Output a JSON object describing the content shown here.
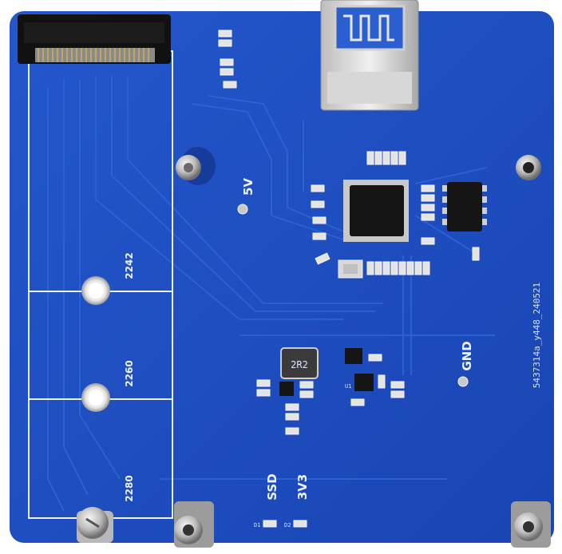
{
  "board": {
    "silkscreen": {
      "label_5v": "5V",
      "label_gnd": "GND",
      "label_ssd": "SSD",
      "label_3v3": "3V3",
      "label_2242": "2242",
      "label_2260": "2260",
      "label_2280": "2280",
      "label_inductor": "2R2",
      "label_d1": "D1",
      "label_d2": "D2",
      "label_u1": "U1",
      "part_number": "5437314a_y448_240521"
    },
    "colors": {
      "pcb": "#1f4fc2",
      "silkscreen": "#eef3ff",
      "metal": "#d8d8d8"
    }
  }
}
